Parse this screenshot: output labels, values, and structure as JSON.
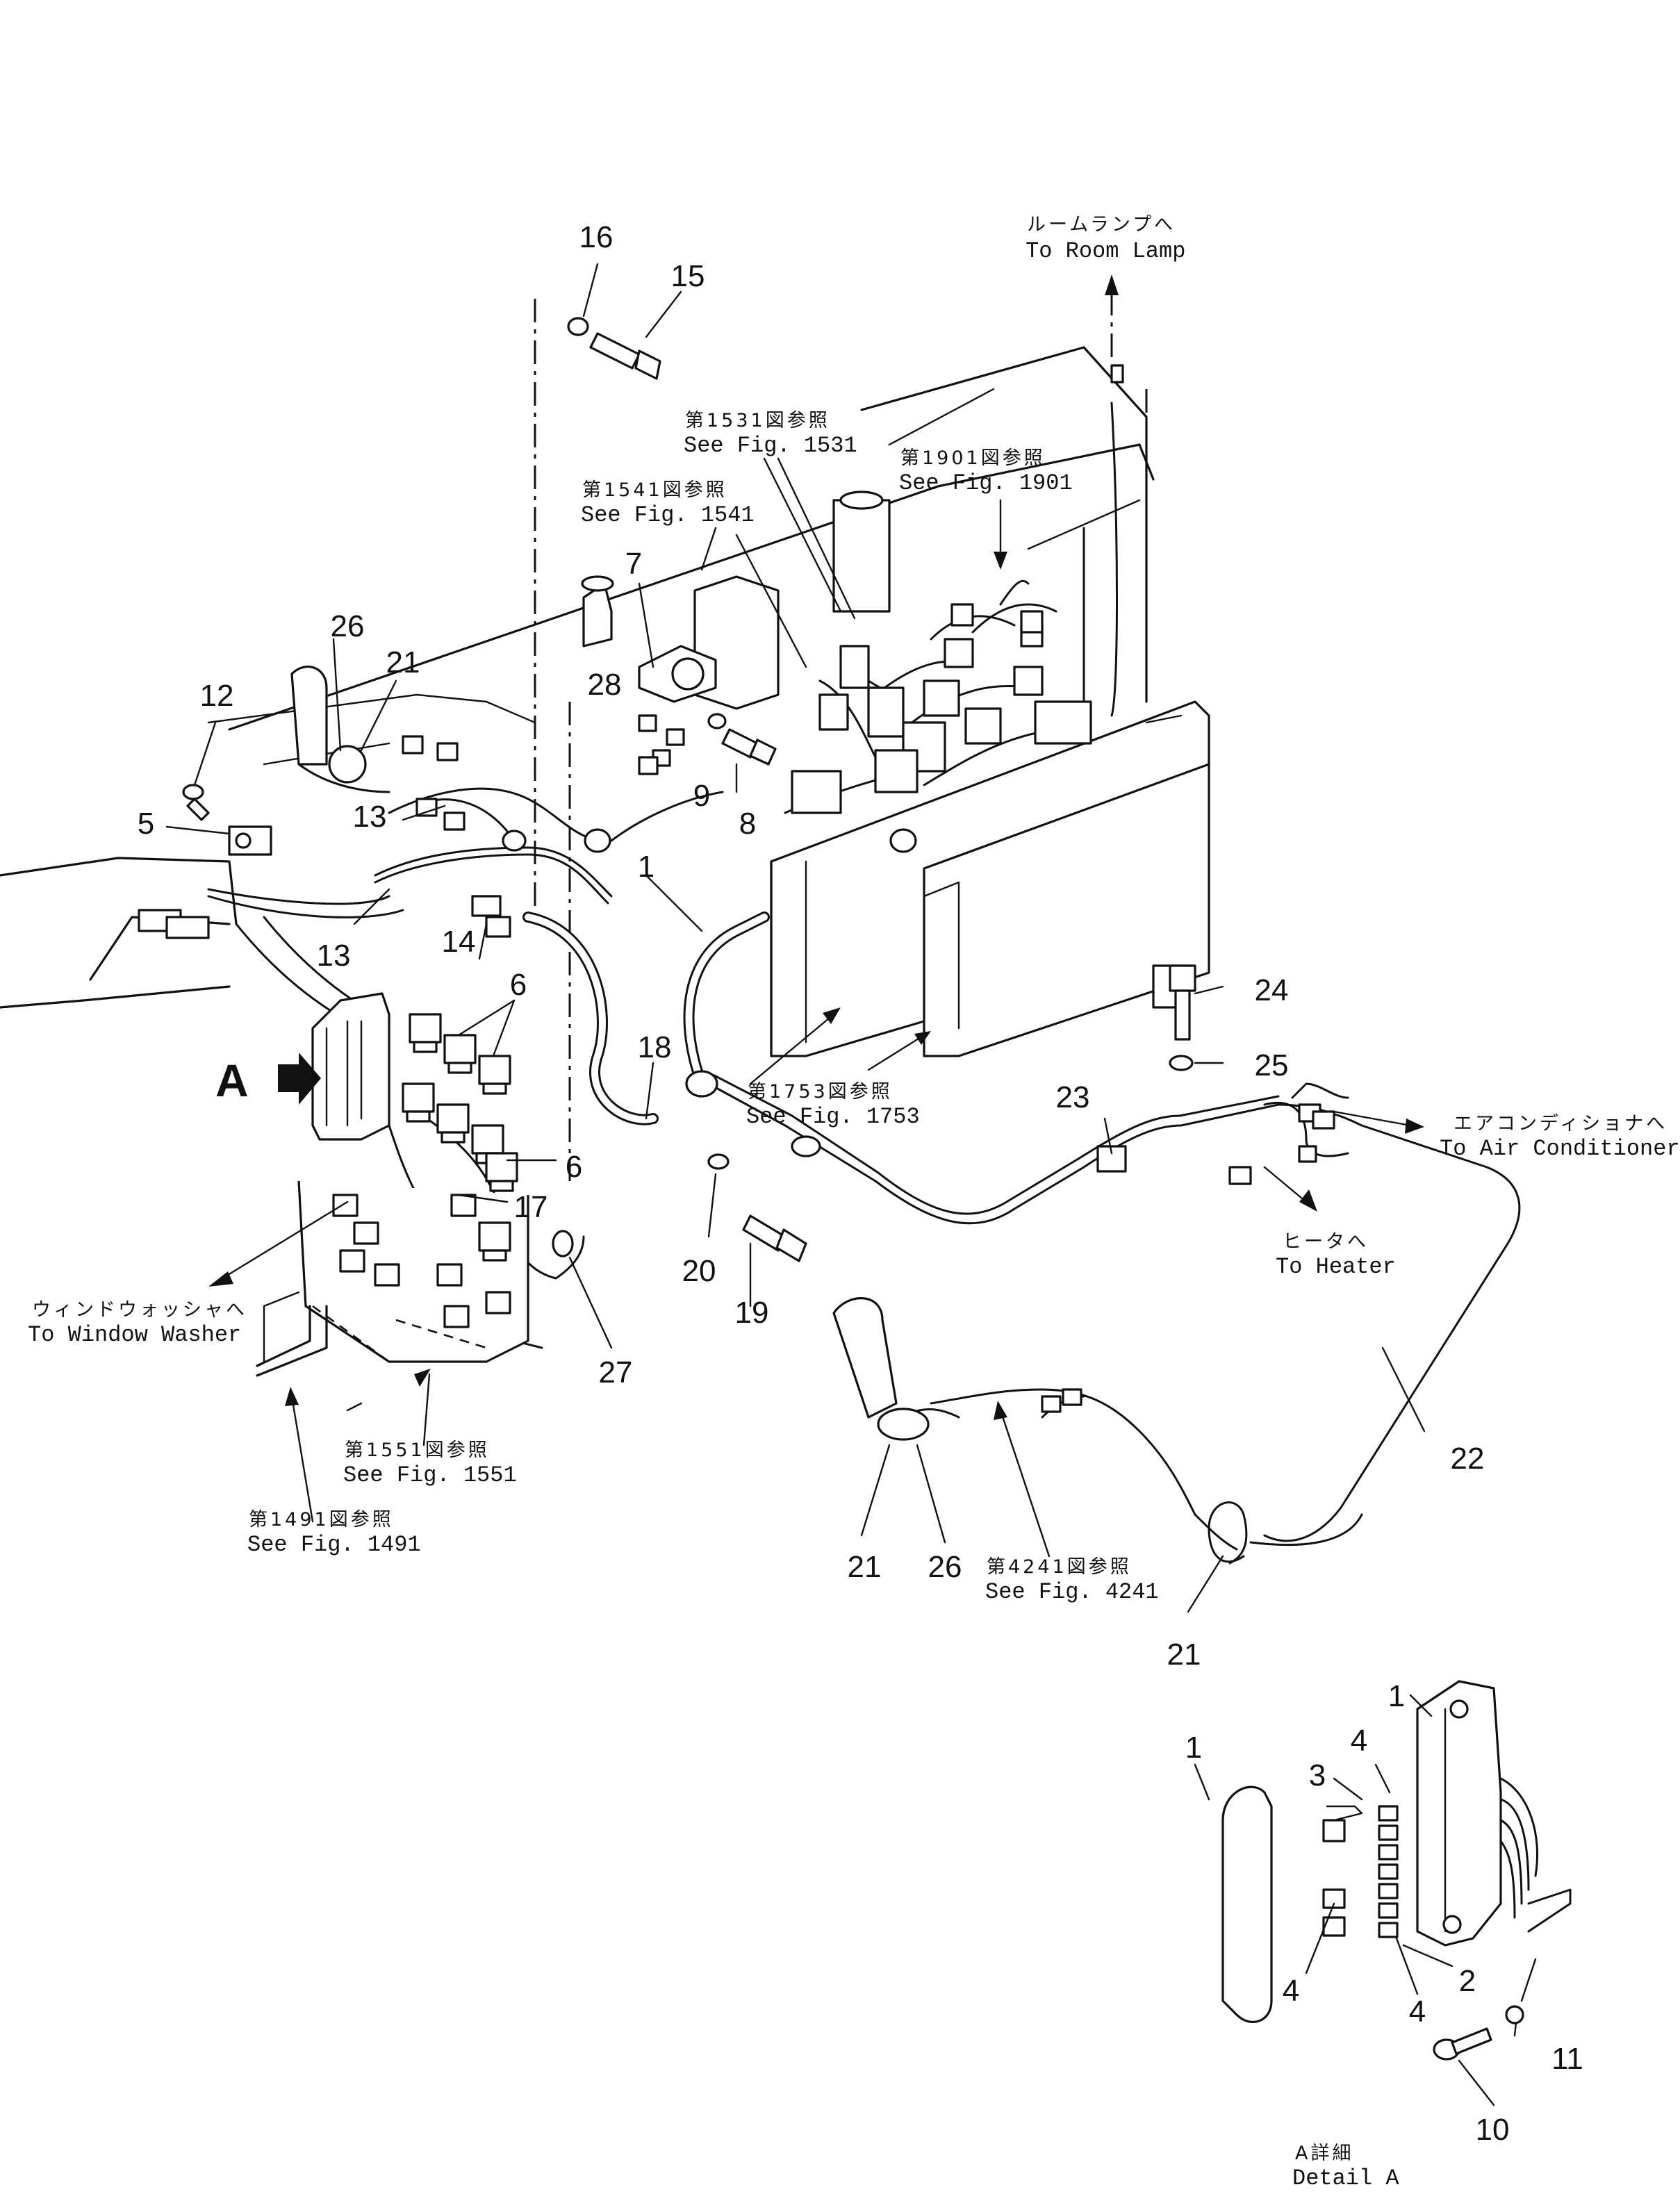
{
  "callouts": [
    "1",
    "2",
    "3",
    "4",
    "5",
    "6",
    "7",
    "8",
    "9",
    "10",
    "11",
    "12",
    "13",
    "14",
    "15",
    "16",
    "17",
    "18",
    "19",
    "20",
    "21",
    "22",
    "23",
    "24",
    "25",
    "26",
    "27",
    "28"
  ],
  "view_marker": "A",
  "refs": {
    "fig1531": {
      "jp": "第1531図参照",
      "en": "See Fig. 1531"
    },
    "fig1541": {
      "jp": "第1541図参照",
      "en": "See Fig. 1541"
    },
    "fig1901": {
      "jp": "第1901図参照",
      "en": "See Fig. 1901"
    },
    "fig1753": {
      "jp": "第1753図参照",
      "en": "See Fig. 1753"
    },
    "fig1551": {
      "jp": "第1551図参照",
      "en": "See Fig. 1551"
    },
    "fig1491": {
      "jp": "第1491図参照",
      "en": "See Fig. 1491"
    },
    "fig4241": {
      "jp": "第4241図参照",
      "en": "See Fig. 4241"
    }
  },
  "destinations": {
    "room_lamp": {
      "jp": "ルームランプへ",
      "en": "To Room Lamp"
    },
    "air_conditioner": {
      "jp": "エアコンディショナへ",
      "en": "To Air Conditioner"
    },
    "heater": {
      "jp": "ヒータへ",
      "en": "To Heater"
    },
    "window_washer": {
      "jp": "ウィンドウォッシャへ",
      "en": "To Window Washer"
    }
  },
  "detail": {
    "jp": "A詳細",
    "en": "Detail A"
  }
}
